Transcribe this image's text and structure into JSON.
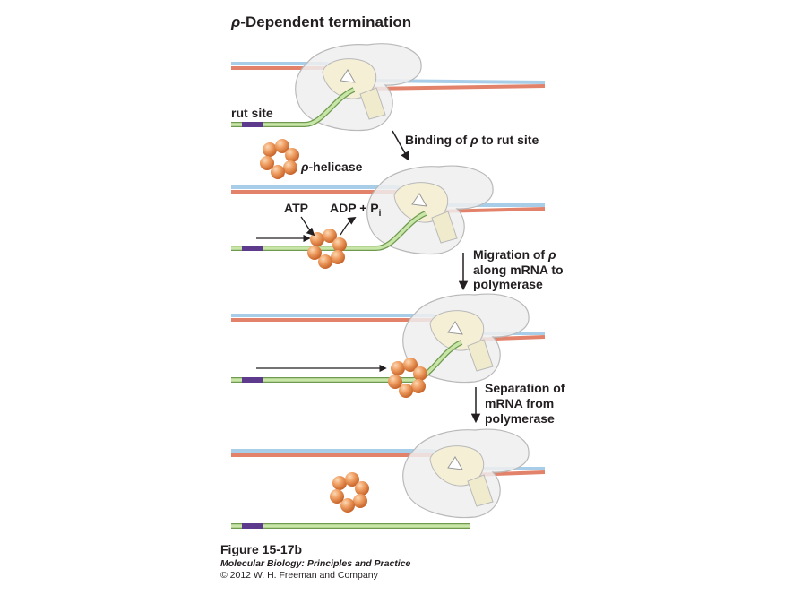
{
  "diagram": {
    "title_symbol": "ρ",
    "title_rest": "-Dependent termination",
    "labels": {
      "rut_site": "rut site",
      "helicase_symbol": "ρ",
      "helicase_rest": "-helicase",
      "atp": "ATP",
      "adp": "ADP + P",
      "adp_sub": "i"
    },
    "steps": {
      "binding_line1_pre": "Binding of ",
      "binding_line1_sym": "ρ",
      "binding_line1_post": " to rut site",
      "migration_line1_pre": "Migration of ",
      "migration_line1_sym": "ρ",
      "migration_line2": "along mRNA to",
      "migration_line3": "polymerase",
      "separation_line1": "Separation of",
      "separation_line2": "mRNA from",
      "separation_line3": "polymerase"
    },
    "colors": {
      "dna_template": "#e2826a",
      "dna_nontemplate": "#a7cde8",
      "mrna": "#9fcf7a",
      "rut_site": "#5e3a8c",
      "polymerase_body": "#eeeeee",
      "rho": "#e8894a"
    }
  },
  "caption": {
    "figure": "Figure 15-17b",
    "book": "Molecular Biology: Principles and Practice",
    "copyright": "© 2012 W. H. Freeman and Company"
  }
}
